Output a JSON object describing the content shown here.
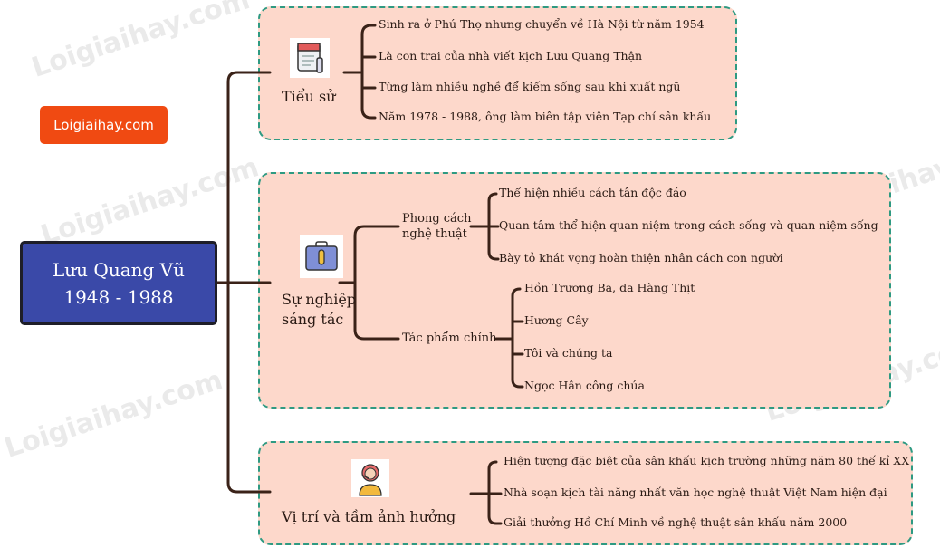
{
  "logo": {
    "text": "Loigiaihay.com"
  },
  "watermark": "Loigiaihay.com",
  "root": {
    "line1": "Lưu Quang Vũ",
    "line2": "1948 - 1988"
  },
  "colors": {
    "root_fill": "#3a49a8",
    "box_fill": "#fdd8cb",
    "box_border": "#2e9a82",
    "connector": "#3a2218",
    "logo": "#f04a12"
  },
  "branches": {
    "bio": {
      "title": "Tiểu sử",
      "icon": "document-icon",
      "items": [
        "Sinh ra ở Phú Thọ nhưng chuyển về Hà Nội từ năm 1954",
        "Là con trai của nhà viết kịch Lưu Quang Thận",
        "Từng làm nhiều nghề để kiếm sống sau khi xuất ngũ",
        "Năm 1978 - 1988, ông làm biên tập viên Tạp chí sân khấu"
      ]
    },
    "career": {
      "title_line1": "Sự nghiệp",
      "title_line2": "sáng tác",
      "icon": "briefcase-icon",
      "style": {
        "label_line1": "Phong cách",
        "label_line2": "nghệ thuật",
        "items": [
          "Thể hiện nhiều cách tân độc đáo",
          "Quan tâm thể hiện quan niệm trong cách sống và quan niệm sống",
          "Bày tỏ khát vọng hoàn thiện nhân cách con người"
        ]
      },
      "works": {
        "label": "Tác phẩm chính",
        "items": [
          "Hồn Trương Ba, da Hàng Thịt",
          "Hương Cây",
          "Tôi và chúng ta",
          "Ngọc Hân công chúa"
        ]
      }
    },
    "legacy": {
      "title": "Vị trí và tầm ảnh hưởng",
      "icon": "headset-person-icon",
      "items": [
        "Hiện tượng đặc biệt của sân khấu kịch trường những năm 80 thế kỉ XX",
        "Nhà soạn kịch tài năng nhất văn học nghệ thuật Việt Nam hiện đại",
        "Giải thưởng Hồ Chí Minh về nghệ thuật sân khấu năm 2000"
      ]
    }
  }
}
